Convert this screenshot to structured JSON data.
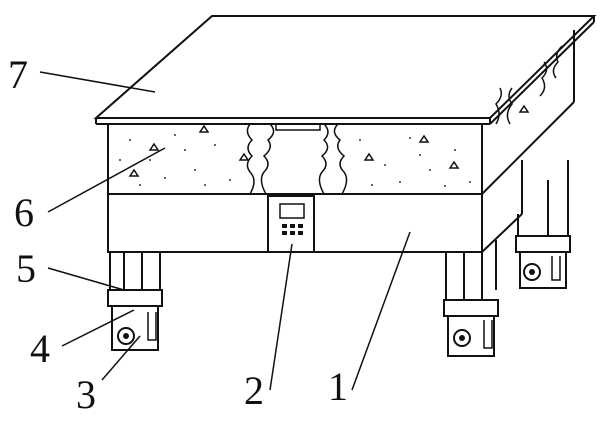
{
  "figure": {
    "callouts": [
      {
        "id": "1",
        "text": "1"
      },
      {
        "id": "2",
        "text": "2"
      },
      {
        "id": "3",
        "text": "3"
      },
      {
        "id": "4",
        "text": "4"
      },
      {
        "id": "5",
        "text": "5"
      },
      {
        "id": "6",
        "text": "6"
      },
      {
        "id": "7",
        "text": "7"
      }
    ],
    "colors": {
      "line": "#111111",
      "background": "#ffffff"
    }
  }
}
